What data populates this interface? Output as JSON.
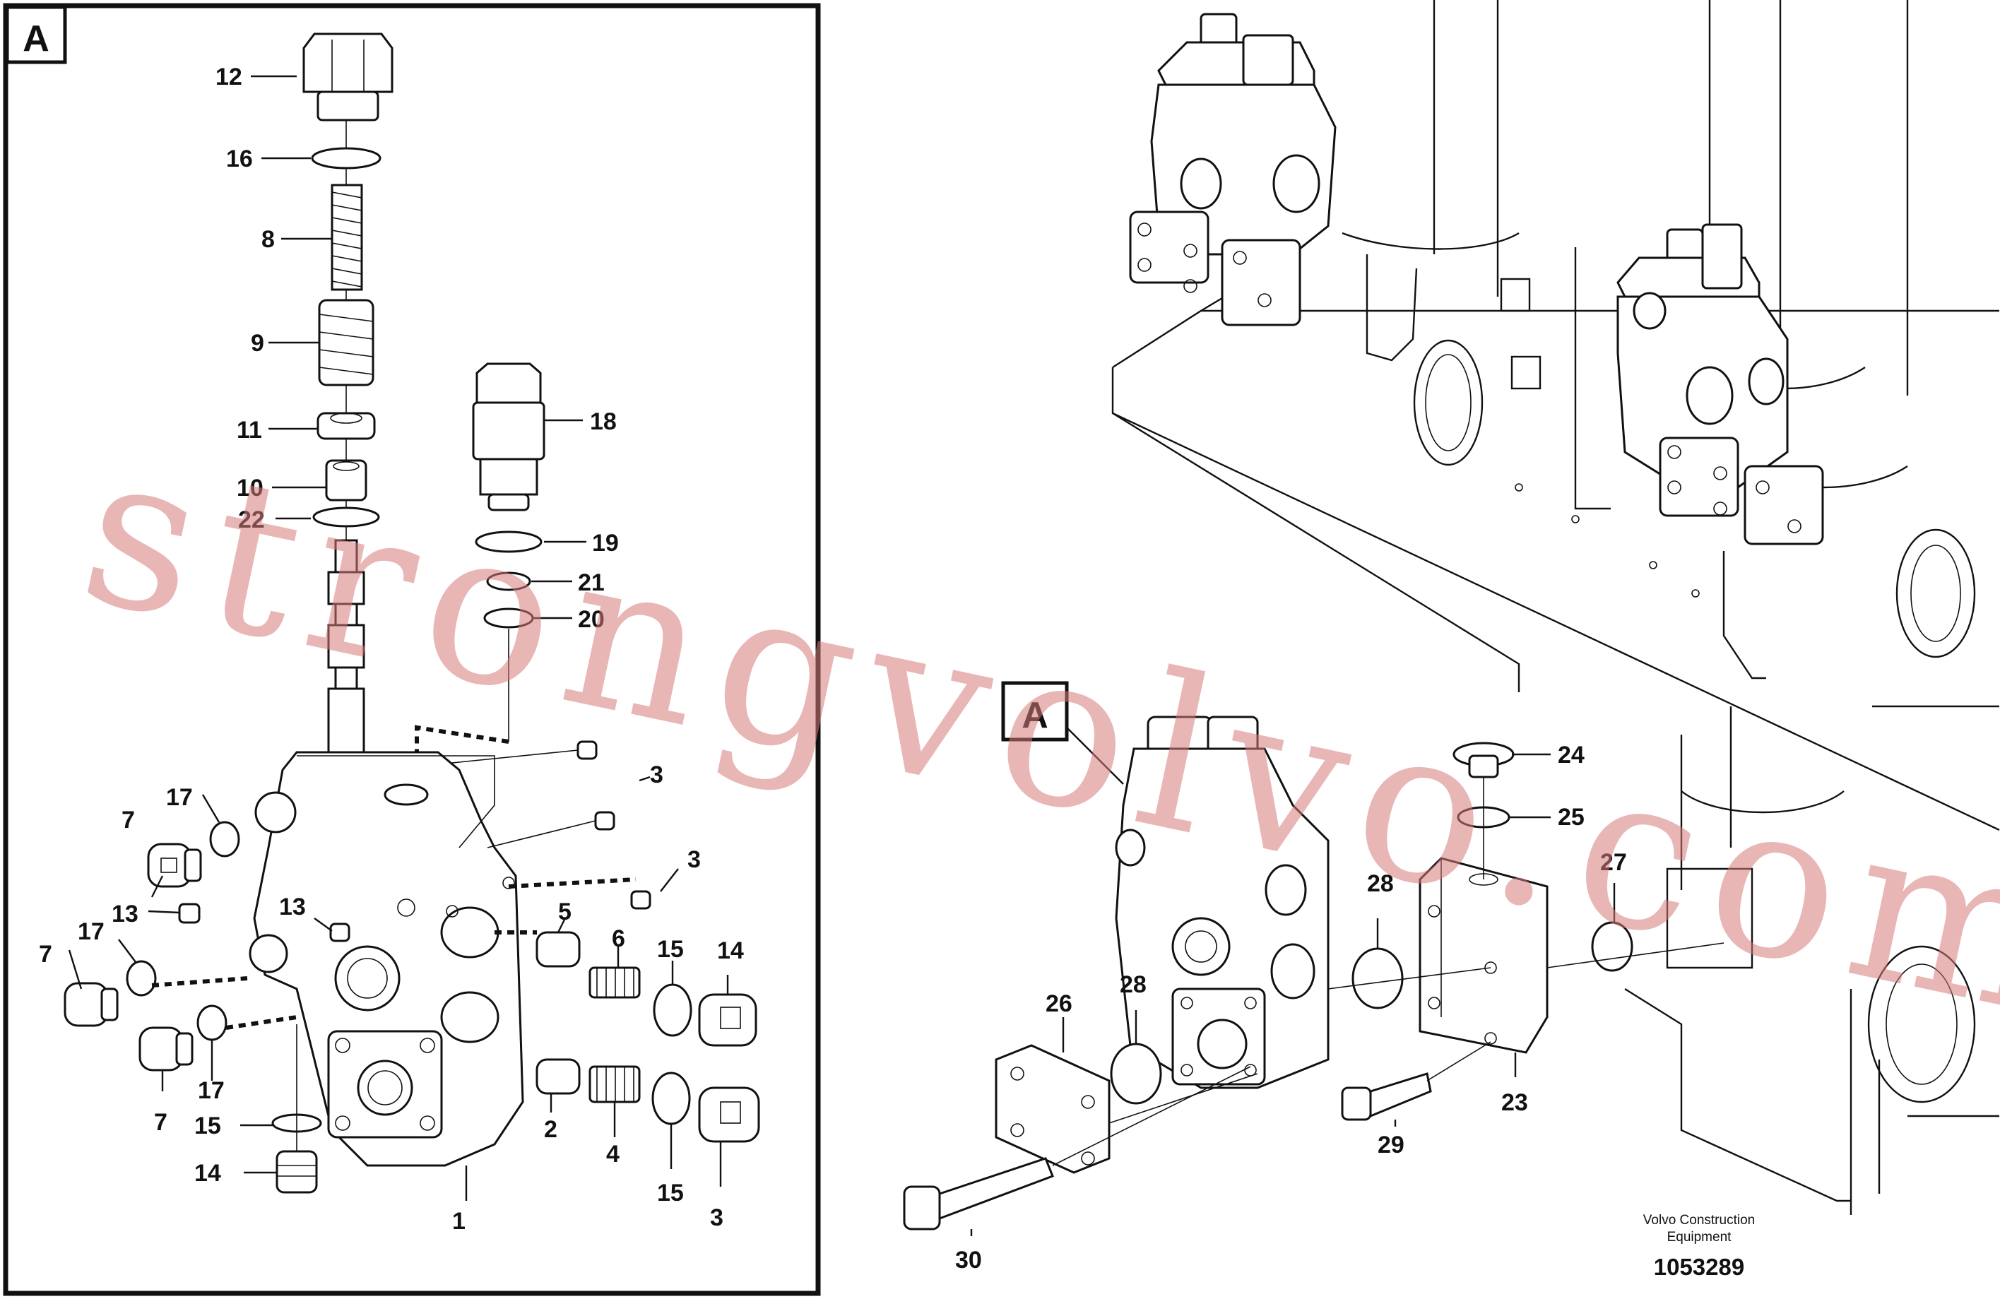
{
  "detail_marker": "A",
  "callout_marker": "A",
  "part_labels": {
    "p1": "1",
    "p2": "2",
    "p3a": "3",
    "p3b": "3",
    "p3c": "3",
    "p4": "4",
    "p5": "5",
    "p6": "6",
    "p7a": "7",
    "p7b": "7",
    "p7c": "7",
    "p8": "8",
    "p9": "9",
    "p10": "10",
    "p11": "11",
    "p12": "12",
    "p13a": "13",
    "p13b": "13",
    "p14a": "14",
    "p14b": "14",
    "p15a": "15",
    "p15b": "15",
    "p15c": "15",
    "p16": "16",
    "p17a": "17",
    "p17b": "17",
    "p17c": "17",
    "p18": "18",
    "p19": "19",
    "p20": "20",
    "p21": "21",
    "p22": "22",
    "p23": "23",
    "p24": "24",
    "p25": "25",
    "p26": "26",
    "p27": "27",
    "p28a": "28",
    "p28b": "28",
    "p29": "29",
    "p30": "30"
  },
  "footer": {
    "brand_line1": "Volvo Construction",
    "brand_line2": "Equipment",
    "drawing_number": "1053289"
  },
  "watermark": "strongvolvo.com"
}
